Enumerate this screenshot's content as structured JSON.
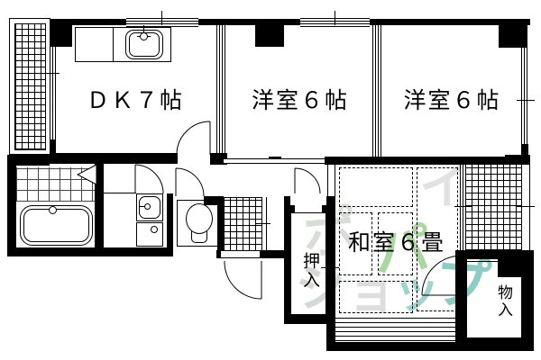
{
  "plan_title": "apartment-floor-plan",
  "rooms": {
    "dk": {
      "label": "ＤＫ７帖"
    },
    "western1": {
      "label": "洋室６帖"
    },
    "western2": {
      "label": "洋室６帖"
    },
    "japanese": {
      "label": "和室６畳"
    },
    "oshiire": {
      "label": "押入"
    },
    "monoire": {
      "label": "物入"
    }
  },
  "fixtures": [
    "kitchen-sink",
    "bathtub",
    "washbasin",
    "washing-machine",
    "toilet",
    "balcony-grid",
    "genkan-tile",
    "tatami-mats",
    "door-swing-arcs"
  ],
  "colors": {
    "line": "#000000",
    "background": "#ffffff",
    "watermark_green": "#9ccf90",
    "watermark_teal": "#79c4b8",
    "watermark_gray": "#d6d6d6"
  },
  "watermark": {
    "glyphs": [
      {
        "char": "ポ",
        "color": "#d2d8d2"
      },
      {
        "char": "パ",
        "color": "#9ccf90"
      },
      {
        "char": "イ",
        "color": "#dcdcdc"
      },
      {
        "char": "シ",
        "color": "#cfd4cf"
      },
      {
        "char": "ョ",
        "color": "#d8d8d8"
      },
      {
        "char": "ッ",
        "color": "#8fccc2"
      },
      {
        "char": "プ",
        "color": "#79c4b8"
      }
    ]
  }
}
